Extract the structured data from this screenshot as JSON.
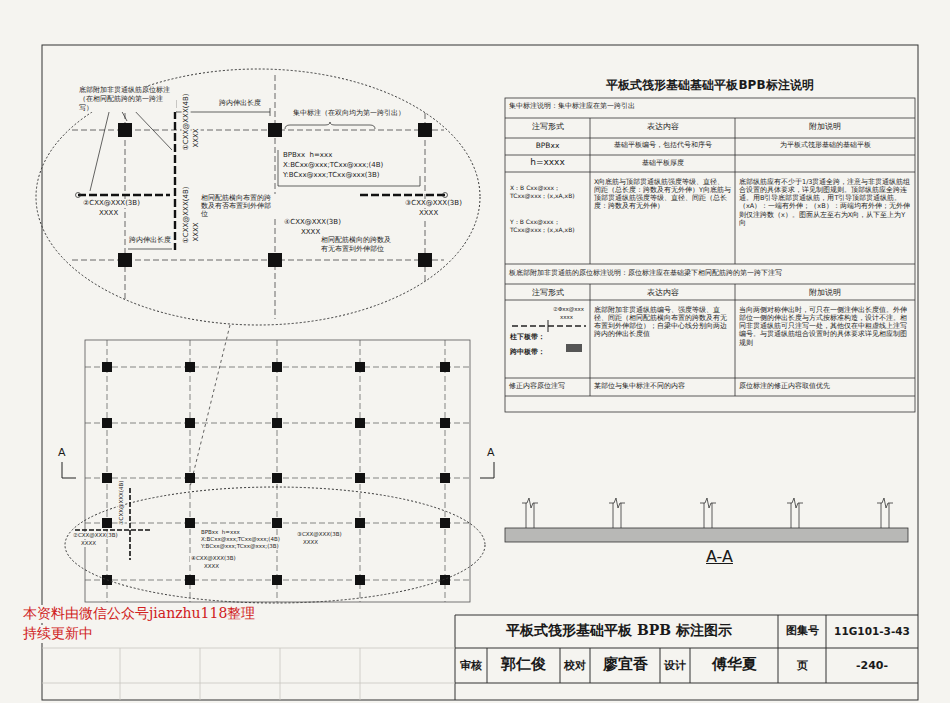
{
  "diagram": {
    "title": "平板式筏形基础基础平板BPB标注说明",
    "labels": [
      "底部附加非贯通纵筋原位标注（在相同配筋跨的第一跨注写）",
      "跨内伸出长度",
      "集中标注（在双向均为第一跨引出）",
      "①CXX@XXX(4B)",
      "XXXX",
      "BPBxx  h=xxx",
      "X:BCxx@xxx;TCxx@xxx;(4B)",
      "Y:BCxx@xxx;TCxx@xxx(3B)",
      "②CXX@XXX(3B)",
      "XXXX",
      "③CXX@XXX(3B)",
      "XXXX",
      "相同配筋横向布置的跨数及有否布置到外伸部位",
      "①CXX@XXX(4B)",
      "XXXX",
      "跨内伸出长度",
      "④CXX@XXX(3B)",
      "XXXX",
      "相同配筋横向的跨数及有无布置到外伸部位",
      "①CXX@XXX(4B)",
      "②CXX@XXX(3B)",
      "XXXX",
      "BPBxx  h=xxx",
      "X:BCxx@xxx;TCxx@xxx;(4B)",
      "Y:BCxx@xxx;TCxx@xxx;(3B)",
      "③CXX@XXX(3B)",
      "XXXX",
      "④CXX@XXX(3B)",
      "XXXX",
      "A",
      "A",
      "A-A",
      "集中标注说明：集中标注应在第一跨引出",
      "注写形式",
      "表达内容",
      "附加说明",
      "BPBxx",
      "基础平板编号，包括代号和序号",
      "为平板式筏形基础的基础平板",
      "h=xxxx",
      "基础平板厚度",
      "X：B Cxx@xxx； TCxx@xxx；(x,xA,xB)",
      "Y：B Cxx@xxx； TCxx@xxx；(x,xA,xB)",
      "X向底筋与顶部贯通纵筋强度等级、直径、间距（总长度：跨数及有无外伸）Y向底筋与顶部贯通纵筋强度等级、直径、间距（总长度：跨数及有无外伸）",
      "底部纵筋应有不少于1/3贯通全跨，注意与非贯通纵筋组合设置的具体要求，详见制图规则。顶部纵筋应全跨连通。用B引导底部贯通纵筋，用T引导顶部贯通纵筋。（xA）：一端有外伸；（xB）：两端均有外伸；无外伸则仅注跨数（x）。图面从左至右为X向，从下至上为Y向",
      "板底部附加非贯通筋的原位标注说明：原位标注应在基础梁下相同配筋跨的第一跨下注写",
      "注写形式",
      "表达内容",
      "附加说明",
      "②Φxx@xxx",
      "xxxx",
      "柱下板带：",
      "跨中板带：",
      "底部附加非贯通纵筋编号、强度等级、直径、间距（相同配筋横向布置的跨数及有无布置到外伸部位）；自梁中心线分别向两边跨内的伸出长度值",
      "当向两侧对称伸出时，可只在一侧注伸出长度值。外伸部位一侧的伸出长度与方式按标准构造，设计不注。相同非贯通纵筋可只注写一处，其他仅在中粗虚线上注写编号。与贯通纵筋组合设置时的具体要求详见相应制图规则",
      "修正内容原位注写",
      "某部位与集中标注不同的内容",
      "原位标注的修正内容取值优先",
      "平板式筏形基础平板 BPB 标注图示",
      "图集号",
      "11G101-3-43",
      "审核",
      "郭仁俊",
      "校对",
      "廖宜香",
      "设计",
      "傅华夏",
      "页",
      "-240-",
      "本资料由微信公众号jianzhu118整理",
      "持续更新中"
    ]
  }
}
